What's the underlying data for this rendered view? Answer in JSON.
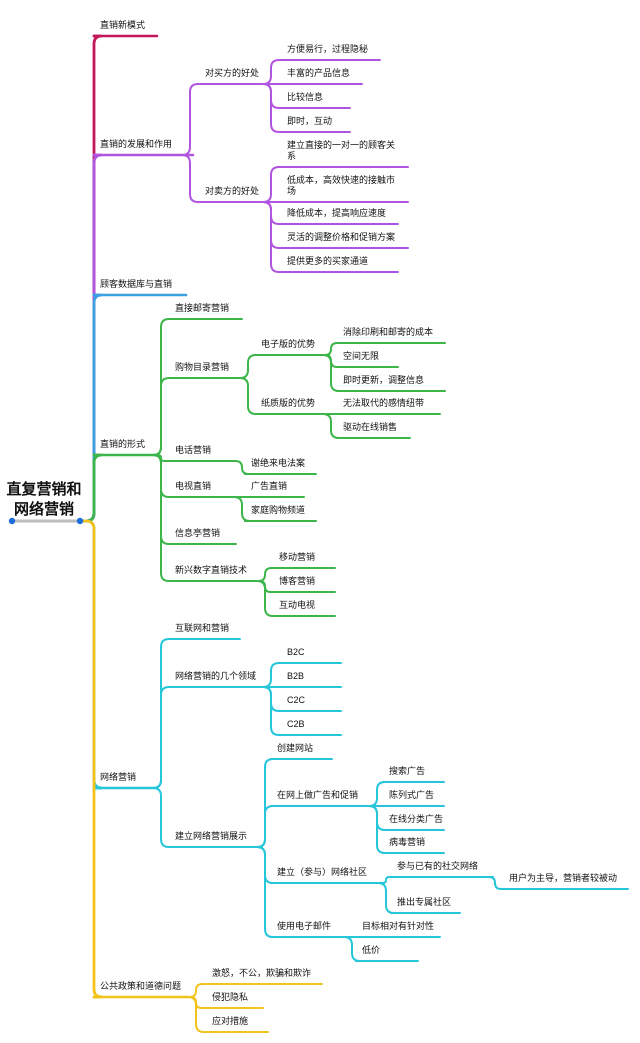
{
  "root": {
    "lines": [
      "直复营销和",
      "网络营销"
    ]
  },
  "branches": [
    {
      "label": "直销新模式",
      "color": "#c2185b"
    },
    {
      "label": "直销的发展和作用",
      "color": "#b055e0",
      "children": [
        {
          "label": "对买方的好处",
          "children": [
            {
              "label": "方便易行，过程隐秘"
            },
            {
              "label": "丰富的产品信息"
            },
            {
              "label": "比较信息"
            },
            {
              "label": "即时，互动"
            }
          ]
        },
        {
          "label": "对卖方的好处",
          "children": [
            {
              "label": "建立直接的一对一的顾客关系",
              "lines": [
                "建立直接的一对一的顾客关",
                "系"
              ]
            },
            {
              "label": "低成本，高效快速的接触市场",
              "lines": [
                "低成本，高效快速的接触市",
                "场"
              ]
            },
            {
              "label": "降低成本，提高响应速度"
            },
            {
              "label": "灵活的调整价格和促销方案"
            },
            {
              "label": "提供更多的买家通道"
            }
          ]
        }
      ]
    },
    {
      "label": "顾客数据库与直销",
      "color": "#3aa0e0"
    },
    {
      "label": "直销的形式",
      "color": "#3cb54a",
      "children": [
        {
          "label": "直接邮寄营销"
        },
        {
          "label": "购物目录营销",
          "children": [
            {
              "label": "电子版的优势",
              "children": [
                {
                  "label": "消除印刷和邮寄的成本"
                },
                {
                  "label": "空间无限"
                },
                {
                  "label": "即时更新，调整信息"
                }
              ]
            },
            {
              "label": "纸质版的优势",
              "children": [
                {
                  "label": "无法取代的感情纽带"
                },
                {
                  "label": "驱动在线销售"
                }
              ]
            }
          ]
        },
        {
          "label": "电话营销",
          "children": [
            {
              "label": "谢绝来电法案"
            }
          ]
        },
        {
          "label": "电视直销",
          "children": [
            {
              "label": "广告直销"
            },
            {
              "label": "家庭购物频道"
            }
          ]
        },
        {
          "label": "信息亭营销"
        },
        {
          "label": "新兴数字直销技术",
          "children": [
            {
              "label": "移动营销"
            },
            {
              "label": "博客营销"
            },
            {
              "label": "互动电视"
            }
          ]
        }
      ]
    },
    {
      "label": "网络营销",
      "color": "#26c6da",
      "children": [
        {
          "label": "互联网和营销"
        },
        {
          "label": "网络营销的几个领域",
          "children": [
            {
              "label": "B2C"
            },
            {
              "label": "B2B"
            },
            {
              "label": "C2C"
            },
            {
              "label": "C2B"
            }
          ]
        },
        {
          "label": "建立网络营销展示",
          "children": [
            {
              "label": "创建网站"
            },
            {
              "label": "在网上做广告和促销",
              "children": [
                {
                  "label": "搜索广告"
                },
                {
                  "label": "陈列式广告"
                },
                {
                  "label": "在线分类广告"
                },
                {
                  "label": "病毒营销"
                }
              ]
            },
            {
              "label": "建立（参与）网络社区",
              "children": [
                {
                  "label": "参与已有的社交网络",
                  "children": [
                    {
                      "label": "用户为主导，营销者较被动"
                    }
                  ]
                },
                {
                  "label": "推出专属社区"
                }
              ]
            },
            {
              "label": "使用电子邮件",
              "children": [
                {
                  "label": "目标相对有针对性"
                },
                {
                  "label": "低价"
                }
              ]
            }
          ]
        }
      ]
    },
    {
      "label": "公共政策和道德问题",
      "color": "#f2c31a",
      "children": [
        {
          "label": "激怒，不公，欺骗和欺诈"
        },
        {
          "label": "侵犯隐私"
        },
        {
          "label": "应对措施"
        }
      ]
    }
  ]
}
